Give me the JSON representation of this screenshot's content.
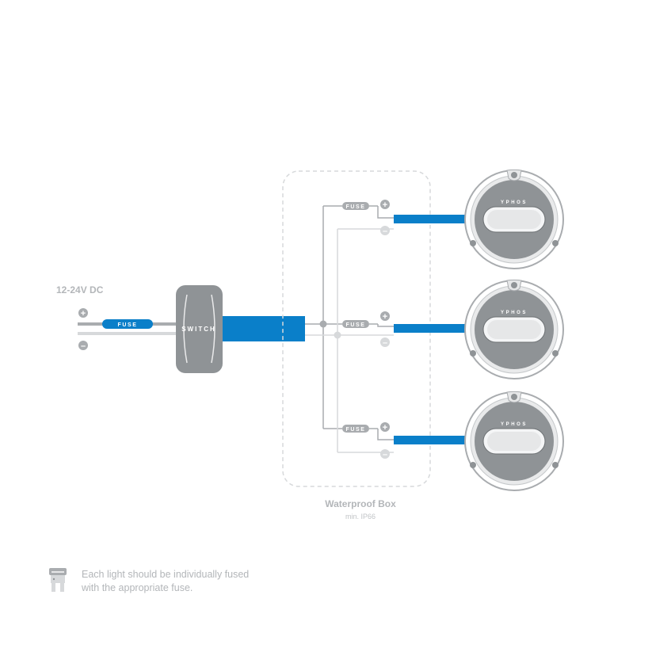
{
  "supply": {
    "voltage_label": "12-24V DC",
    "plus_symbol": "+",
    "minus_symbol": "–"
  },
  "main_fuse_label": "FUSE",
  "switch_label": "SWITCH",
  "box": {
    "title": "Waterproof Box",
    "rating": "min. IP66"
  },
  "branches": [
    {
      "fuse_label": "FUSE",
      "plus_symbol": "+",
      "minus_symbol": "–"
    },
    {
      "fuse_label": "FUSE",
      "plus_symbol": "+",
      "minus_symbol": "–"
    },
    {
      "fuse_label": "FUSE",
      "plus_symbol": "+",
      "minus_symbol": "–"
    }
  ],
  "lights": [
    {
      "brand": "YPHOS"
    },
    {
      "brand": "YPHOS"
    },
    {
      "brand": "YPHOS"
    }
  ],
  "note": {
    "line1": "Each light should be individually fused",
    "line2": "with the appropriate fuse."
  },
  "colors": {
    "cable_blue": "#0a7fc9",
    "wire_grey": "#a9acaf",
    "wire_light": "#d7d9db",
    "label_grey": "#b3b6b9",
    "fixture_grey": "#8f9396"
  }
}
